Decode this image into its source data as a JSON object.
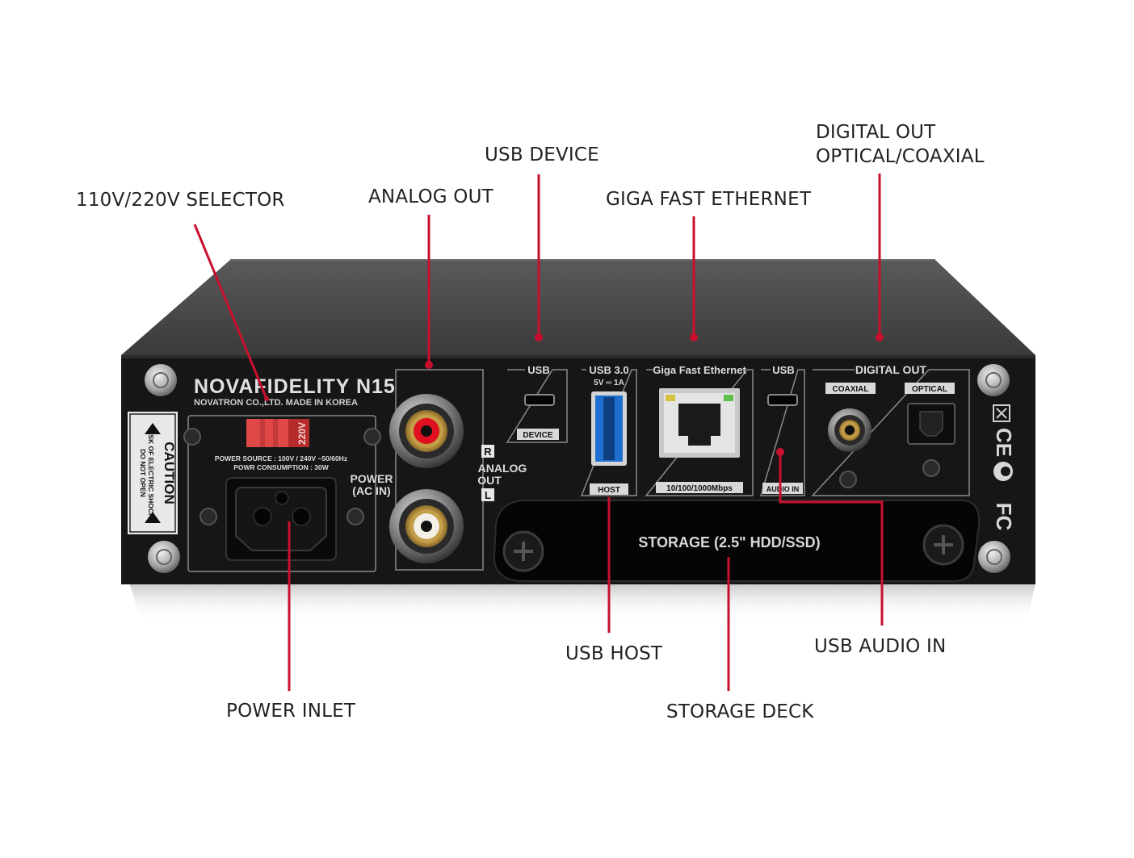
{
  "callouts": {
    "selector": "110V/220V SELECTOR",
    "analog_out": "ANALOG OUT",
    "usb_device": "USB DEVICE",
    "ethernet": "GIGA FAST ETHERNET",
    "digital_out_line1": "DIGITAL OUT",
    "digital_out_line2": "OPTICAL/COAXIAL",
    "power_inlet": "POWER INLET",
    "usb_host": "USB HOST",
    "storage_deck": "STORAGE DECK",
    "usb_audio_in": "USB AUDIO IN"
  },
  "panel": {
    "brand": "NOVAFIDELITY N15",
    "maker": "NOVATRON CO.,LTD.   MADE IN KOREA",
    "caution": "CAUTION",
    "caution_sub1": "RISK OF ELECTRIC SHOCK",
    "caution_sub2": "DO NOT OPEN",
    "voltage": "220V",
    "power_source": "POWER SOURCE : 100V / 240V ~50/60Hz",
    "power_consumption": "POWR CONSUMPTION : 30W",
    "power_label1": "POWER",
    "power_label2": "(AC IN)",
    "analog_r": "R",
    "analog_label1": "ANALOG",
    "analog_label2": "OUT",
    "analog_l": "L",
    "usb_device_top": "USB",
    "usb_device_bottom": "DEVICE",
    "usb_host_top": "USB 3.0",
    "usb_host_rating": "5V ═ 1A",
    "usb_host_bottom": "HOST",
    "ethernet_top": "Giga Fast Ethernet",
    "ethernet_bottom": "10/100/1000Mbps",
    "usb_audio_top": "USB",
    "usb_audio_bottom": "AUDIO IN",
    "digital_top": "DIGITAL OUT",
    "coaxial": "COAXIAL",
    "optical": "OPTICAL",
    "storage": "STORAGE (2.5\" HDD/SSD)",
    "cert_ce": "CE",
    "cert_fc": "FC"
  },
  "colors": {
    "callout_line": "#c8102e",
    "panel": "#161616",
    "panel_top": "#4a4a4a",
    "panel_text": "#d8d8d8",
    "rca_red": "#e01020",
    "usb_blue": "#1e6fd0",
    "switch_red": "#d83a3a"
  }
}
